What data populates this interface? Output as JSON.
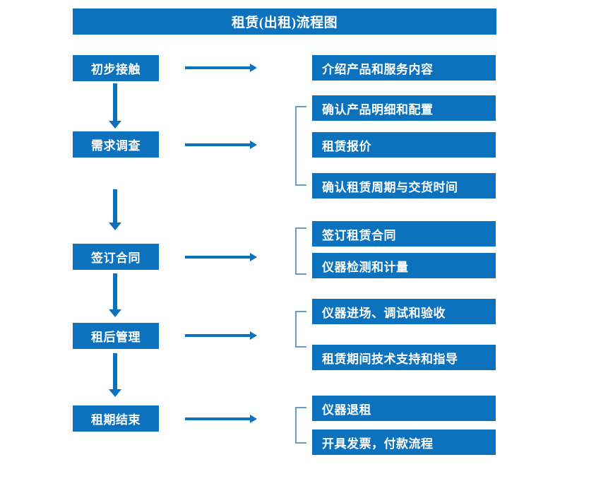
{
  "title": "租赁(出租)流程图",
  "colors": {
    "box_fill": "#0C72BE",
    "box_text": "#FFFFFF",
    "arrow": "#0C72BE",
    "bracket": "#6E9BC5",
    "background": "#FFFFFF"
  },
  "stages": [
    {
      "label": "初步接触"
    },
    {
      "label": "需求调查"
    },
    {
      "label": "签订合同"
    },
    {
      "label": "租后管理"
    },
    {
      "label": "租期结束"
    }
  ],
  "details": {
    "group1": [
      {
        "label": "介绍产品和服务内容"
      }
    ],
    "group2": [
      {
        "label": "确认产品明细和配置"
      },
      {
        "label": "租赁报价"
      },
      {
        "label": "确认租赁周期与交货时间"
      }
    ],
    "group3": [
      {
        "label": "签订租赁合同"
      },
      {
        "label": "仪器检测和计量"
      }
    ],
    "group4": [
      {
        "label": "仪器进场、调试和验收"
      },
      {
        "label": "租赁期间技术支持和指导"
      }
    ],
    "group5": [
      {
        "label": "仪器退租"
      },
      {
        "label": "开具发票，付款流程"
      }
    ]
  }
}
